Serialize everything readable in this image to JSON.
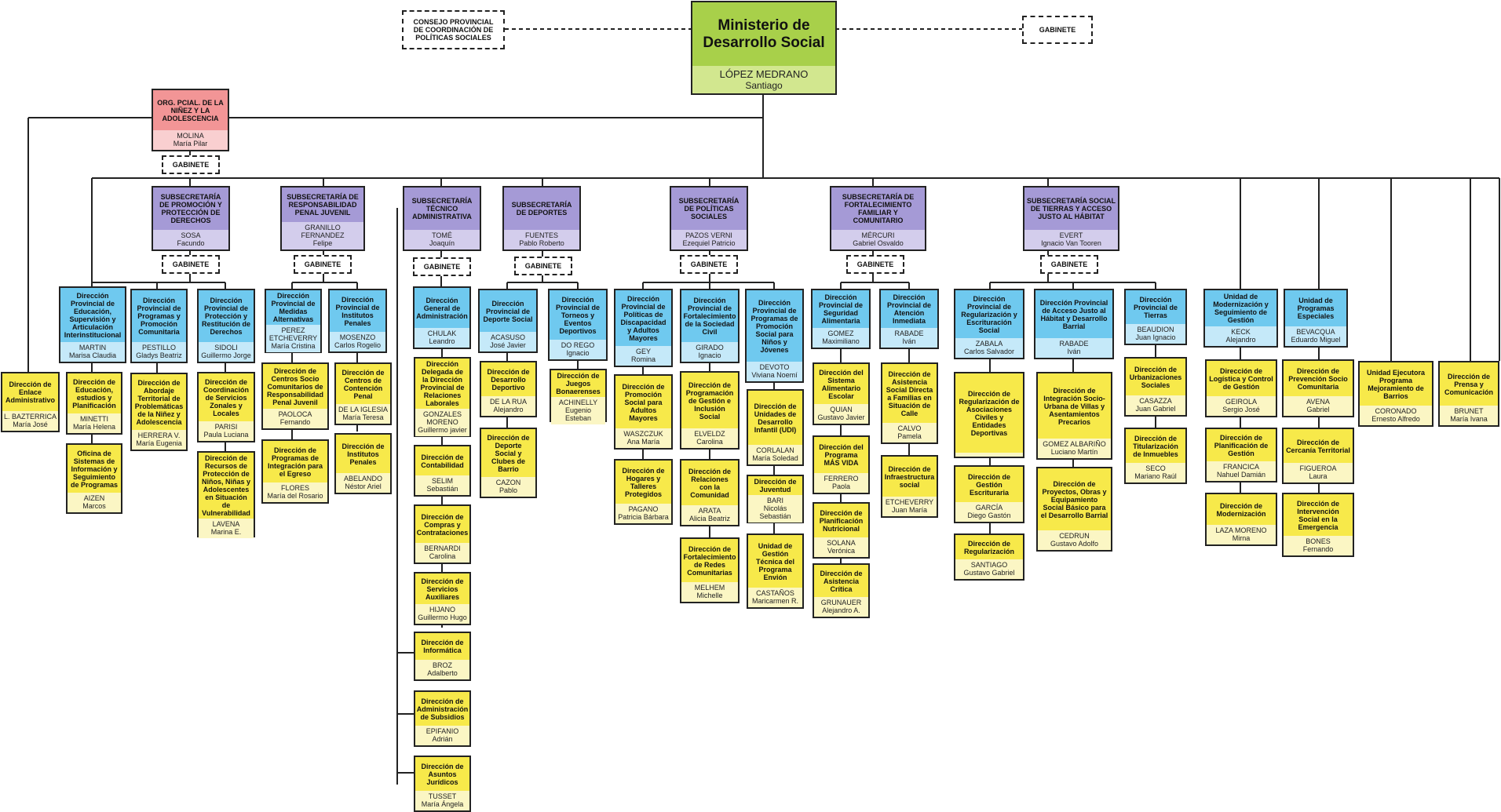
{
  "ministry": {
    "title": "Ministerio de Desarrollo Social",
    "surname": "LÓPEZ MEDRANO",
    "given": "Santiago"
  },
  "consejo": "CONSEJO PROVINCIAL DE COORDINACIÓN DE POLÍTICAS SOCIALES",
  "gabinete": "GABINETE",
  "boxes": {
    "org": {
      "t": "ORG. PCIAL. DE LA NIÑEZ Y LA ADOLESCENCIA",
      "s": "MOLINA",
      "g": "María Pilar"
    },
    "sub_promocion": {
      "t": "SUBSECRETARÍA DE PROMOCIÓN Y PROTECCIÓN DE DERECHOS",
      "s": "SOSA",
      "g": "Facundo"
    },
    "sub_penal": {
      "t": "SUBSECRETARÍA DE RESPONSABILIDAD PENAL JUVENIL",
      "s": "GRANILLO FERNANDEZ",
      "g": "Felipe"
    },
    "sub_tecnico": {
      "t": "SUBSECRETARÍA TÉCNICO ADMINISTRATIVA",
      "s": "TOMÉ",
      "g": "Joaquín"
    },
    "sub_deportes": {
      "t": "SUBSECRETARÍA DE DEPORTES",
      "s": "FUENTES",
      "g": "Pablo Roberto"
    },
    "sub_politicas": {
      "t": "SUBSECRETARÍA DE POLÍTICAS SOCIALES",
      "s": "PAZOS VERNI",
      "g": "Ezequiel Patricio"
    },
    "sub_fortalecimiento": {
      "t": "SUBSECRETARÍA DE FORTALECIMIENTO FAMILIAR Y COMUNITARIO",
      "s": "MÉRCURI",
      "g": "Gabriel Osvaldo"
    },
    "sub_tierras": {
      "t": "SUBSECRETARÍA SOCIAL DE TIERRAS Y ACCESO JUSTO AL HÁBITAT",
      "s": "EVERT",
      "g": "Ignacio Van Tooren"
    },
    "enlace": {
      "t": "Dirección de Enlace Administrativo",
      "s": "L. BAZTERRICA",
      "g": "María José"
    },
    "d_educacion": {
      "t": "Dirección Provincial de Educación, Supervisión y Articulación Interinstitucional",
      "s": "MARTIN",
      "g": "Marisa Claudia"
    },
    "d_edu_estudios": {
      "t": "Dirección de Educación, estudios y Planificación",
      "s": "MINETTI",
      "g": "María Helena"
    },
    "d_oficina": {
      "t": "Oficina de Sistemas de Información y Seguimiento de Programas",
      "s": "AIZEN",
      "g": "Marcos"
    },
    "d_programas": {
      "t": "Dirección Provincial de Programas y Promoción Comunitaria",
      "s": "PESTILLO",
      "g": "Gladys Beatriz"
    },
    "d_abordaje": {
      "t": "Dirección de Abordaje Territorial de Problemáticas de la Niñez y Adolescencia",
      "s": "HERRERA V.",
      "g": "María Eugenia"
    },
    "d_proteccion": {
      "t": "Dirección Provincial de Protección y Restitución de Derechos",
      "s": "SIDOLI",
      "g": "Guillermo Jorge"
    },
    "d_coordinacion": {
      "t": "Dirección de Coordinación de Servicios Zonales y Locales",
      "s": "PARISI",
      "g": "Paula Luciana"
    },
    "d_recursos": {
      "t": "Dirección de Recursos de Protección de Niños, Niñas y Adolescentes en Situación de Vulnerabilidad",
      "s": "LAVENA",
      "g": "Marina E."
    },
    "d_medidas": {
      "t": "Dirección Provincial de Medidas Alternativas",
      "s": "PEREZ ETCHEVERRY",
      "g": "María Cristina"
    },
    "d_centros_socio": {
      "t": "Dirección de Centros Socio Comunitarios de Responsabilidad Penal Juvenil",
      "s": "PAOLOCA",
      "g": "Fernando"
    },
    "d_integracion_egreso": {
      "t": "Dirección de Programas de Integración para el Egreso",
      "s": "FLORES",
      "g": "María del Rosario"
    },
    "d_institutos": {
      "t": "Dirección Provincial de Institutos Penales",
      "s": "MOSENZO",
      "g": "Carlos Rogelio"
    },
    "d_contencion": {
      "t": "Dirección de Centros de Contención Penal",
      "s": "DE LA IGLESIA",
      "g": "María Teresa"
    },
    "d_inst_penales": {
      "t": "Dirección de Institutos Penales",
      "s": "ABELANDO",
      "g": "Néstor Ariel"
    },
    "d_general_admin": {
      "t": "Dirección General de Administración",
      "s": "CHULAK",
      "g": "Leandro"
    },
    "d_delegada": {
      "t": "Dirección Delegada de la Dirección Provincial de Relaciones Laborales",
      "s": "GONZALES MORENO",
      "g": "Guillermo javier"
    },
    "d_contabilidad": {
      "t": "Dirección de Contabilidad",
      "s": "SELIM",
      "g": "Sebastián"
    },
    "d_compras": {
      "t": "Dirección de Compras y Contrataciones",
      "s": "BERNARDI",
      "g": "Carolina"
    },
    "d_servicios": {
      "t": "Dirección de Servicios Auxiliares",
      "s": "HIJANO",
      "g": "Guillermo Hugo"
    },
    "d_informatica": {
      "t": "Dirección de Informática",
      "s": "BROZ",
      "g": "Adalberto"
    },
    "d_subsidios": {
      "t": "Dirección de Administración de Subsidios",
      "s": "EPIFANIO",
      "g": "Adrián"
    },
    "d_juridicos": {
      "t": "Dirección de Asuntos Jurídicos",
      "s": "TUSSET",
      "g": "María Ángela"
    },
    "d_deporte_social": {
      "t": "Dirección Provincial de Deporte Social",
      "s": "ACASUSO",
      "g": "José Javier"
    },
    "d_desarrollo_dep": {
      "t": "Dirección de Desarrollo Deportivo",
      "s": "DE LA RUA",
      "g": "Alejandro"
    },
    "d_clubes": {
      "t": "Dirección de Deporte Social y Clubes de Barrio",
      "s": "CAZON",
      "g": "Pablo"
    },
    "d_torneos": {
      "t": "Dirección Provincial de Torneos y Eventos Deportivos",
      "s": "DO REGO",
      "g": "Ignacio"
    },
    "d_bonaerenses": {
      "t": "Dirección de Juegos Bonaerenses",
      "s": "ACHINELLY",
      "g": "Eugenio Esteban"
    },
    "d_discapacidad": {
      "t": "Dirección Provincial de Políticas de Discapacidad y Adultos Mayores",
      "s": "GEY",
      "g": "Romina"
    },
    "d_promocion_adultos": {
      "t": "Dirección de Promoción Social para Adultos Mayores",
      "s": "WASZCZUK",
      "g": "Ana María"
    },
    "d_hogares": {
      "t": "Dirección de Hogares y Talleres Protegidos",
      "s": "PAGANO",
      "g": "Patricia Bárbara"
    },
    "d_fort_civil": {
      "t": "Dirección Provincial de Fortalecimiento de la Sociedad Civil",
      "s": "GIRADO",
      "g": "Ignacio"
    },
    "d_prog_gestion": {
      "t": "Dirección de Programación de Gestión e Inclusión Social",
      "s": "ELVELDZ",
      "g": "Carolina"
    },
    "d_relaciones_com": {
      "t": "Dirección de Relaciones con la Comunidad",
      "s": "ARATA",
      "g": "Alicia Beatriz"
    },
    "d_redes": {
      "t": "Dirección de Fortalecimiento de Redes Comunitarias",
      "s": "MELHEM",
      "g": "Michelle"
    },
    "d_promo_ninos": {
      "t": "Dirección Provincial de Programas de Promoción Social para Niños y Jóvenes",
      "s": "DEVOTO",
      "g": "Viviana Noemí"
    },
    "d_udi": {
      "t": "Dirección de Unidades de Desarrollo Infantil (UDI)",
      "s": "CORLALAN",
      "g": "María Soledad"
    },
    "d_juventud": {
      "t": "Dirección de Juventud",
      "s": "BARI",
      "g": "Nicolás Sebastián"
    },
    "d_envion": {
      "t": "Unidad de Gestión Técnica del Programa Envión",
      "s": "CASTAÑOS",
      "g": "Maricarmen R."
    },
    "d_seg_alimentaria": {
      "t": "Dirección Provincial de Seguridad Alimentaria",
      "s": "GOMEZ",
      "g": "Maximiliano"
    },
    "d_sae": {
      "t": "Dirección del Sistema Alimentario Escolar",
      "s": "QUIAN",
      "g": "Gustavo Javier"
    },
    "d_masvida": {
      "t": "Dirección del Programa MÁS VIDA",
      "s": "FERRERO",
      "g": "Paola"
    },
    "d_nutricional": {
      "t": "Dirección de Planificación Nutricional",
      "s": "SOLANA",
      "g": "Verónica"
    },
    "d_critica": {
      "t": "Dirección de Asistencia Crítica",
      "s": "GRUNAUER",
      "g": "Alejandro A."
    },
    "d_atencion": {
      "t": "Dirección Provincial de Atención Inmediata",
      "s": "RABADE",
      "g": "Iván"
    },
    "d_calle": {
      "t": "Dirección de Asistencia Social Directa a Familias en Situación de Calle",
      "s": "CALVO",
      "g": "Pamela"
    },
    "d_infra": {
      "t": "Dirección de Infraestructura social",
      "s": "ETCHEVERRY",
      "g": "Juan María"
    },
    "d_regularizacion": {
      "t": "Dirección Provincial de Regularización y Escrituración Social",
      "s": "ZABALA",
      "g": "Carlos Salvador"
    },
    "d_asociaciones": {
      "t": "Dirección de Regularización de Asociaciones Civiles y Entidades Deportivas",
      "s": "",
      "g": ""
    },
    "d_escrituraria": {
      "t": "Dirección de Gestión Escrituraria",
      "s": "GARCÍA",
      "g": "Diego Gastón"
    },
    "d_regul2": {
      "t": "Dirección de Regularización",
      "s": "SANTIAGO",
      "g": "Gustavo Gabriel"
    },
    "d_acceso_habitat": {
      "t": "Dirección Provincial de Acceso Justo al Hábitat y Desarrollo Barrial",
      "s": "RABADE",
      "g": "Iván"
    },
    "d_villas": {
      "t": "Dirección de Integración Socio-Urbana de Villas y Asentamientos Precarios",
      "s": "GOMEZ ALBARIÑO",
      "g": "Luciano Martín"
    },
    "d_proyectos": {
      "t": "Dirección de Proyectos, Obras y Equipamiento Social Básico para el Desarrollo Barrial",
      "s": "CEDRUN",
      "g": "Gustavo Adolfo"
    },
    "d_tierras": {
      "t": "Dirección Provincial de Tierras",
      "s": "BEAUDION",
      "g": "Juan Ignacio"
    },
    "d_urbanizaciones": {
      "t": "Dirección de Urbanizaciones Sociales",
      "s": "CASAZZA",
      "g": "Juan Gabriel"
    },
    "d_titularizacion": {
      "t": "Dirección de Titularización de Inmuebles",
      "s": "SECO",
      "g": "Mariano Raúl"
    },
    "d_modernizacion_u": {
      "t": "Unidad de Modernización y Seguimiento de Gestión",
      "s": "KECK",
      "g": "Alejandro"
    },
    "d_logistica": {
      "t": "Dirección de Logística y Control de Gestión",
      "s": "GEIROLA",
      "g": "Sergio José"
    },
    "d_planif_gestion": {
      "t": "Dirección de Planificación de Gestión",
      "s": "FRANCICA",
      "g": "Nahuel Damián"
    },
    "d_moderniz": {
      "t": "Dirección de Modernización",
      "s": "LAZA MORENO",
      "g": "Mirna"
    },
    "d_especiales": {
      "t": "Unidad de Programas Especiales",
      "s": "BEVACQUA",
      "g": "Eduardo Miguel"
    },
    "d_prevencion": {
      "t": "Dirección de Prevención Socio Comunitaria",
      "s": "AVENA",
      "g": "Gabriel"
    },
    "d_cercania": {
      "t": "Dirección de Cercanía Territorial",
      "s": "FIGUEROA",
      "g": "Laura"
    },
    "d_emergencia": {
      "t": "Dirección de Intervención Social en la Emergencia",
      "s": "BONES",
      "g": "Fernando"
    },
    "d_barrios": {
      "t": "Unidad Ejecutora Programa Mejoramiento de Barrios",
      "s": "CORONADO",
      "g": "Ernesto Alfredo"
    },
    "d_prensa": {
      "t": "Dirección de Prensa y Comunicación",
      "s": "BRUNET",
      "g": "María Ivana"
    }
  }
}
